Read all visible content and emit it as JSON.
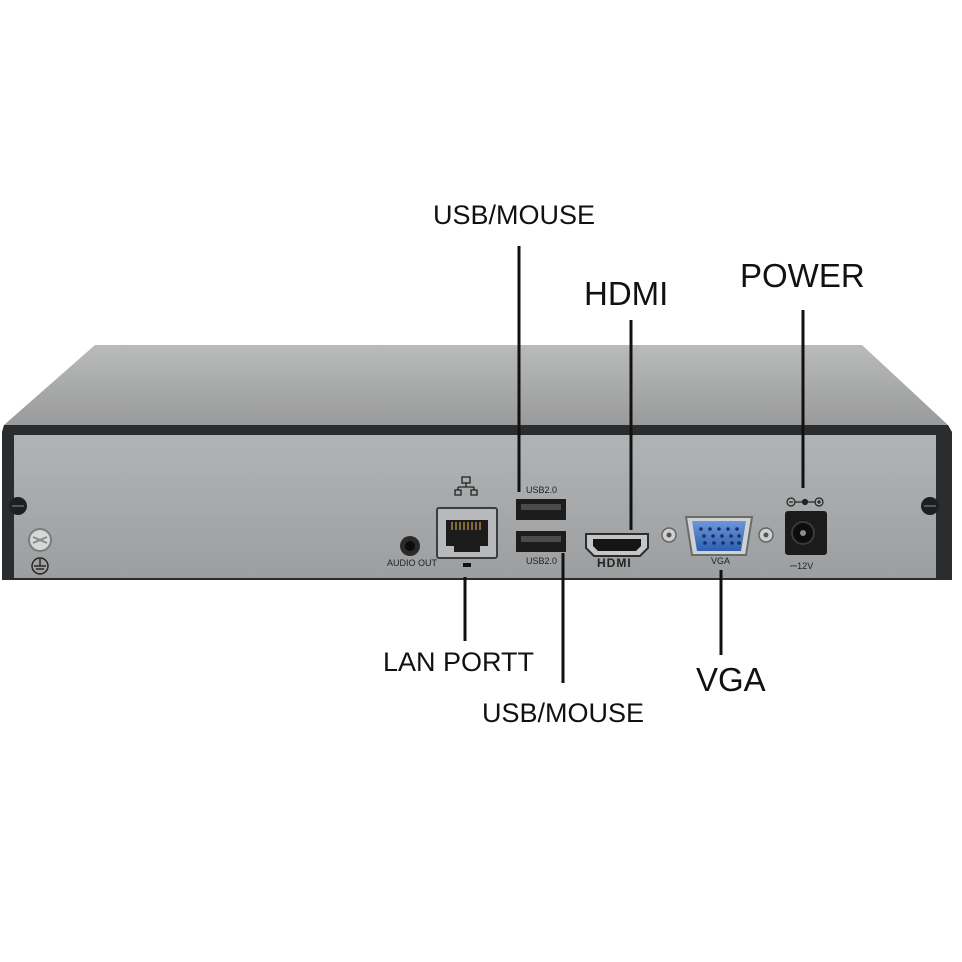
{
  "callouts": {
    "usb_top": "USB/MOUSE",
    "hdmi": "HDMI",
    "power": "POWER",
    "lan": "LAN PORTT",
    "usb_bottom": "USB/MOUSE",
    "vga": "VGA"
  },
  "panel_labels": {
    "audio_out": "AUDIO OUT",
    "usb_top": "USB2.0",
    "usb_bottom": "USB2.0",
    "hdmi_logo": "HDMI",
    "vga": "VGA",
    "power_rating": "⎓12V"
  },
  "icons": [
    "ground-symbol",
    "network-icon",
    "polarity-icon",
    "screw-icon"
  ],
  "colors": {
    "chassis_top": "#a9aaaa",
    "rear_panel": "#a3a5a6",
    "frame": "#2b2c2e",
    "vga_connector": "#3f72c4"
  }
}
